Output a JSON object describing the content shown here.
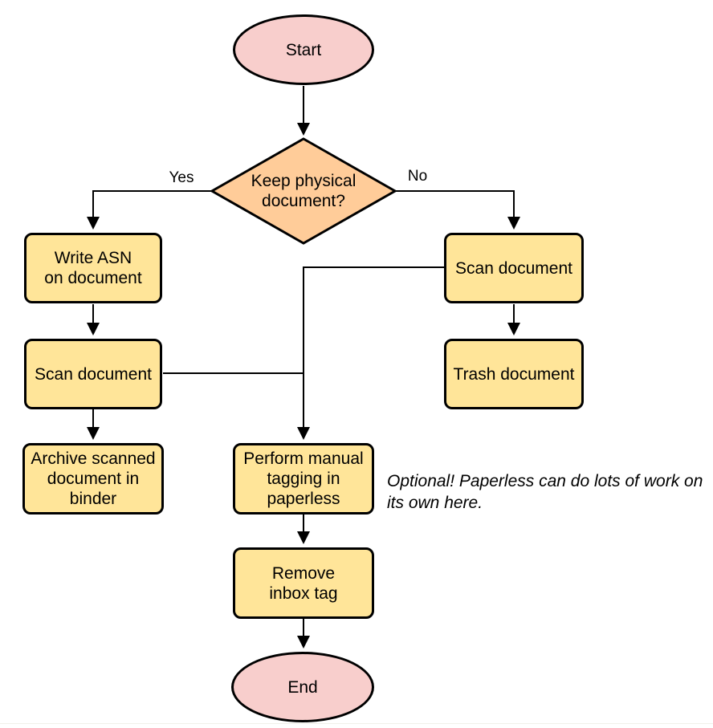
{
  "flowchart": {
    "nodes": {
      "start": "Start",
      "decision": "Keep physical\ndocument?",
      "write_asn": "Write ASN\non document",
      "scan_left": "Scan document",
      "archive": "Archive scanned\ndocument in\nbinder",
      "scan_right": "Scan document",
      "trash": "Trash document",
      "tagging": "Perform manual\ntagging in\npaperless",
      "remove_inbox": "Remove\ninbox tag",
      "end": "End"
    },
    "edge_labels": {
      "yes": "Yes",
      "no": "No"
    },
    "note": "Optional! Paperless can do lots of work on\nits own here.",
    "colors": {
      "terminal_fill": "#f8cecc",
      "decision_fill": "#ffcc99",
      "process_fill": "#ffe599",
      "stroke": "#000000"
    }
  }
}
